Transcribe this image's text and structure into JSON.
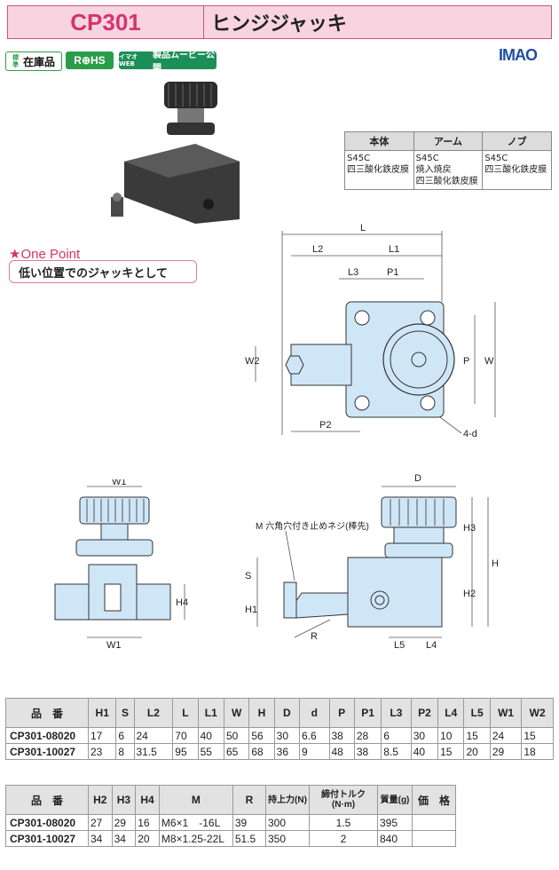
{
  "header": {
    "code": "CP301",
    "name": "ヒンジジャッキ"
  },
  "badges": {
    "stock_small": "標準",
    "stock": "在庫品",
    "rohs": "R⊕HS",
    "web_small": "イマオWEB",
    "web": "製品ムービー公開"
  },
  "brand": "IMAO",
  "materials": {
    "headers": [
      "本体",
      "アーム",
      "ノブ"
    ],
    "cells": [
      [
        "S45C",
        "四三酸化鉄皮膜"
      ],
      [
        "S45C",
        "焼入焼戻",
        "四三酸化鉄皮膜"
      ],
      [
        "S45C",
        "四三酸化鉄皮膜"
      ]
    ]
  },
  "one_point": {
    "title": "★One Point",
    "text": "低い位置でのジャッキとして"
  },
  "drawing_labels": {
    "L": "L",
    "L2": "L2",
    "L1": "L1",
    "L3": "L3",
    "P1": "P1",
    "W2": "W2",
    "P": "P",
    "W": "W",
    "P2": "P2",
    "d": "4-d",
    "D": "D",
    "W1": "W1",
    "H4": "H4",
    "H3": "H3",
    "H": "H",
    "H2": "H2",
    "H1": "H1",
    "S": "S",
    "R": "R",
    "L5": "L5",
    "L4": "L4",
    "M_note": "M 六角穴付き止めネジ(棒先)"
  },
  "spec1": {
    "headers": [
      "品　番",
      "H1",
      "S",
      "L2",
      "L",
      "L1",
      "W",
      "H",
      "D",
      "d",
      "P",
      "P1",
      "L3",
      "P2",
      "L4",
      "L5",
      "W1",
      "W2"
    ],
    "rows": [
      [
        "CP301-08020",
        "17",
        "6",
        "24",
        "70",
        "40",
        "50",
        "56",
        "30",
        "6.6",
        "38",
        "28",
        "6",
        "30",
        "10",
        "15",
        "24",
        "15"
      ],
      [
        "CP301-10027",
        "23",
        "8",
        "31.5",
        "95",
        "55",
        "65",
        "68",
        "36",
        "9",
        "48",
        "38",
        "8.5",
        "40",
        "15",
        "20",
        "29",
        "18"
      ]
    ]
  },
  "spec2": {
    "headers": [
      "品　番",
      "H2",
      "H3",
      "H4",
      "M",
      "R",
      "持上力(N)",
      "締付トルク(N·m)",
      "質量(g)",
      "価　格"
    ],
    "rows": [
      [
        "CP301-08020",
        "27",
        "29",
        "16",
        "M6×1　-16L",
        "39",
        "300",
        "1.5",
        "395",
        ""
      ],
      [
        "CP301-10027",
        "34",
        "34",
        "20",
        "M8×1.25-22L",
        "51.5",
        "350",
        "2",
        "840",
        ""
      ]
    ]
  },
  "colors": {
    "accent": "#d6336c",
    "header_bg": "#f8d4e0",
    "part_fill": "#cfe6f7",
    "green": "#2a9d4b",
    "brand": "#1f4fa0"
  }
}
